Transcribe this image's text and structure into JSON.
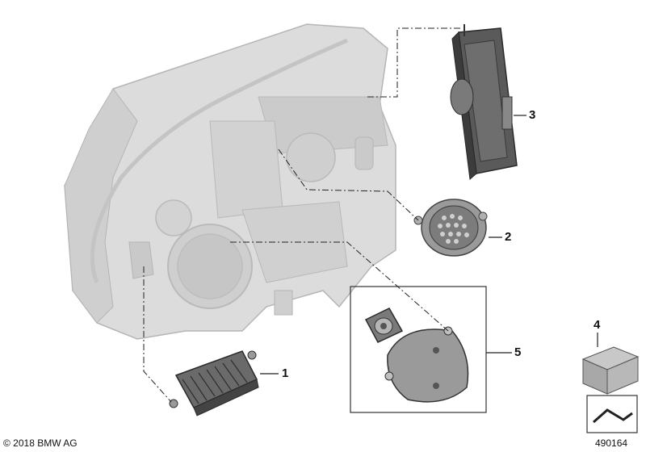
{
  "diagram": {
    "callouts": [
      {
        "id": "1",
        "label": "1"
      },
      {
        "id": "2",
        "label": "2"
      },
      {
        "id": "3",
        "label": "3"
      },
      {
        "id": "4",
        "label": "4"
      },
      {
        "id": "5",
        "label": "5"
      }
    ],
    "copyright": "© 2018 BMW AG",
    "diagram_number": "490164"
  },
  "colors": {
    "housing": "#d6d6d6",
    "housing_stroke": "#b5b5b5",
    "part_dark": "#4a4a4a",
    "part_mid": "#8a8a8a",
    "line": "#222222"
  }
}
